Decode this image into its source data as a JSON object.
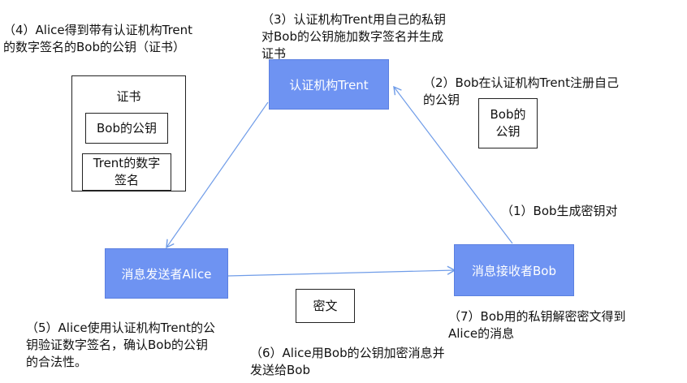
{
  "nodes": {
    "ca": "认证机构Trent",
    "alice": "消息发送者Alice",
    "bob": "消息接收者Bob",
    "bob_pubkey": "Bob的\n公钥",
    "ciphertext": "密文"
  },
  "certificate": {
    "title": "证书",
    "pubkey": "Bob的公钥",
    "signature": "Trent的数字\n签名"
  },
  "steps": {
    "step1": "（1）Bob生成密钥对",
    "step2": "（2）Bob在认证机构Trent注册自己\n的公钥",
    "step3": "（3）认证机构Trent用自己的私钥\n对Bob的公钥施加数字签名并生成\n证书",
    "step4": "（4）Alice得到带有认证机构Trent\n的数字签名的Bob的公钥（证书）",
    "step5": "（5）Alice使用认证机构Trent的公\n钥验证数字签名，确认Bob的公钥\n的合法性。",
    "step6": "（6）Alice用Bob的公钥加密消息并\n发送给Bob",
    "step7": "（7）Bob用的私钥解密密文得到\nAlice的消息"
  },
  "colors": {
    "node_fill": "#6e93f2",
    "arrow": "#6f9ce8"
  }
}
